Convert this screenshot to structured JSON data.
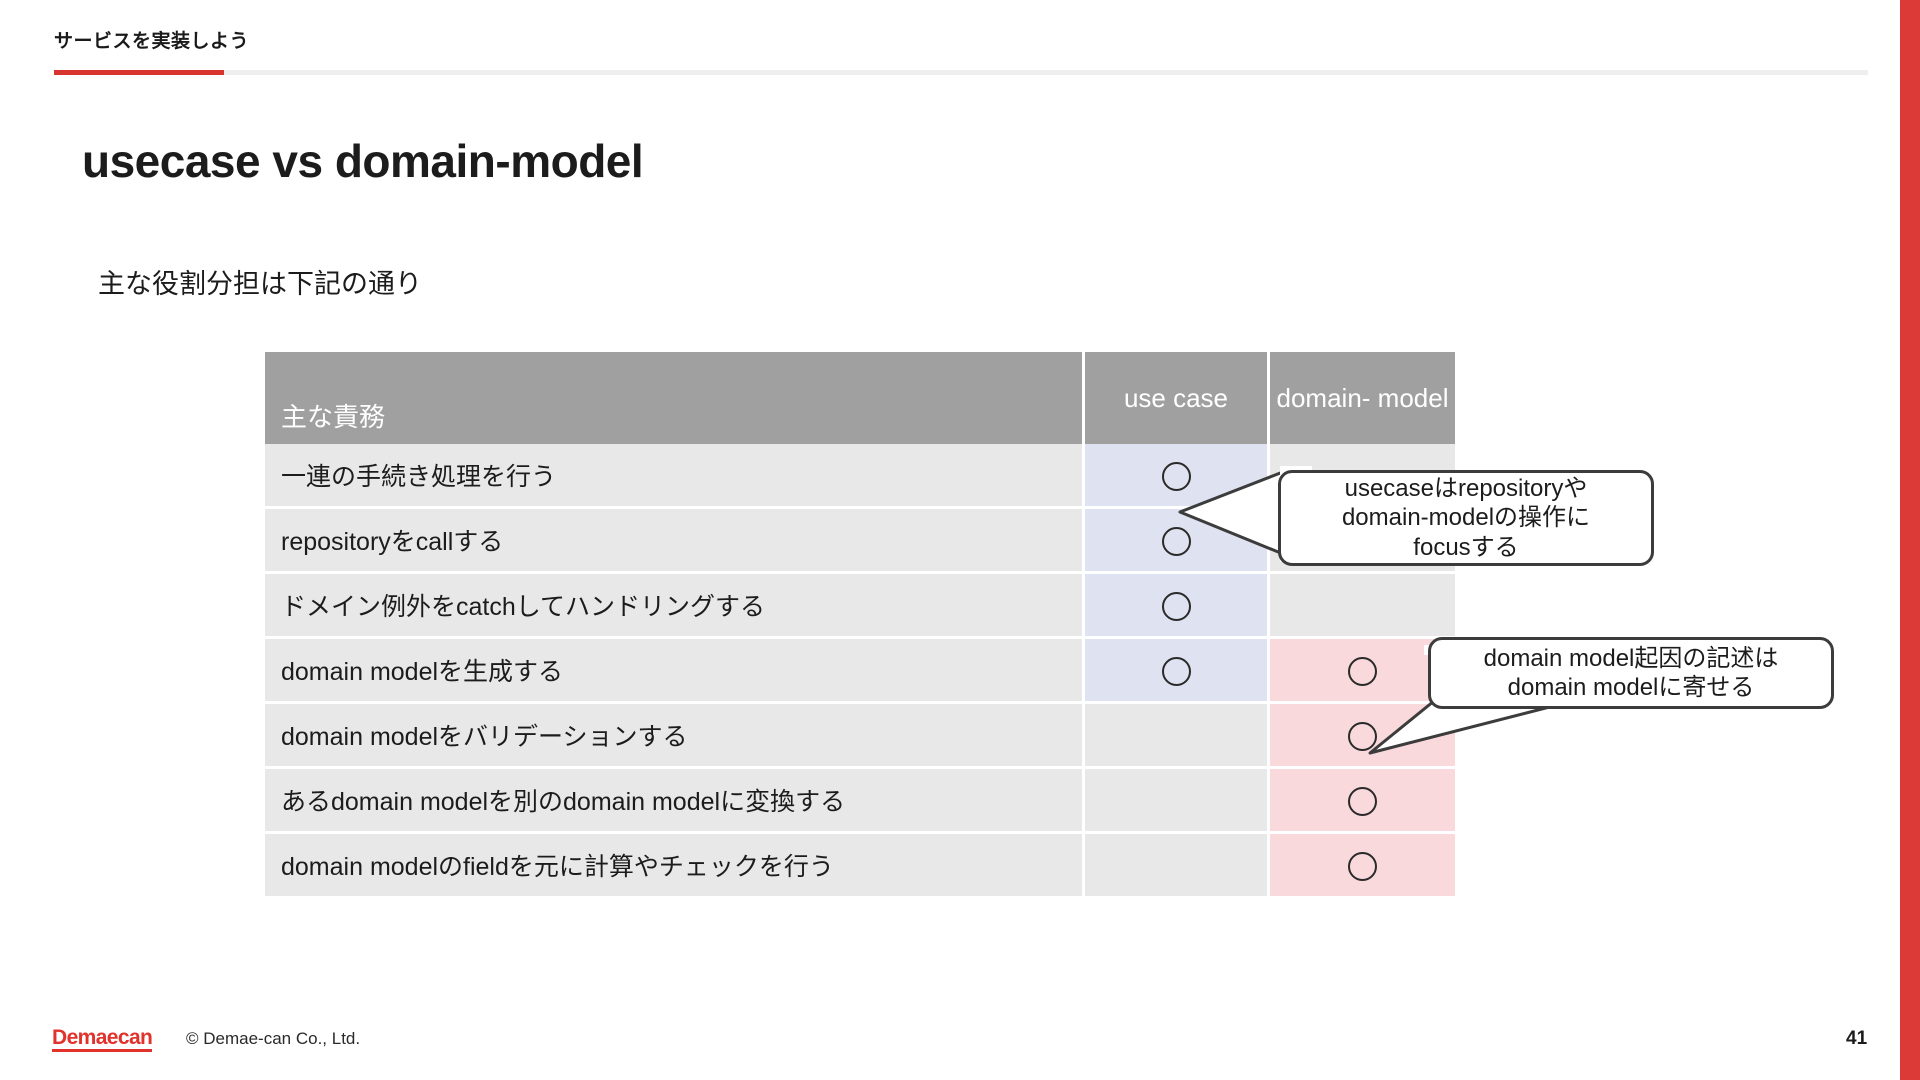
{
  "header": {
    "label": "サービスを実装しよう",
    "accent_color": "#d8352f",
    "rule_color": "#eeeeee"
  },
  "title": "usecase vs domain-model",
  "subtitle": "主な役割分担は下記の通り",
  "table": {
    "columns": [
      {
        "key": "duty",
        "label": "主な責務"
      },
      {
        "key": "usecase",
        "label": "use\ncase"
      },
      {
        "key": "domain_model",
        "label": "domain-\nmodel"
      }
    ],
    "header_bg": "#a0a0a0",
    "header_fg": "#ffffff",
    "row_bg": "#e8e8e8",
    "usecase_on_bg": "#dfe2f0",
    "domain_on_bg": "#f9d9dc",
    "mark_glyph": "○",
    "rows": [
      {
        "duty": "一連の手続き処理を行う",
        "usecase": "○",
        "domain_model": ""
      },
      {
        "duty": "repositoryをcallする",
        "usecase": "○",
        "domain_model": ""
      },
      {
        "duty": "ドメイン例外をcatchしてハンドリングする",
        "usecase": "○",
        "domain_model": ""
      },
      {
        "duty": "domain modelを生成する",
        "usecase": "○",
        "domain_model": "○"
      },
      {
        "duty": "domain modelをバリデーションする",
        "usecase": "",
        "domain_model": "○"
      },
      {
        "duty": "あるdomain modelを別のdomain modelに変換する",
        "usecase": "",
        "domain_model": "○"
      },
      {
        "duty": "domain modelのfieldを元に計算やチェックを行う",
        "usecase": "",
        "domain_model": "○"
      }
    ]
  },
  "callouts": {
    "usecase": "usecaseはrepositoryや\ndomain-modelの操作に\nfocusする",
    "domain": "domain model起因の記述は\ndomain modelに寄せる"
  },
  "footer": {
    "logo": "Demaecan",
    "copyright": "© Demae-can Co., Ltd.",
    "page_number": "41",
    "logo_color": "#e1322c"
  }
}
